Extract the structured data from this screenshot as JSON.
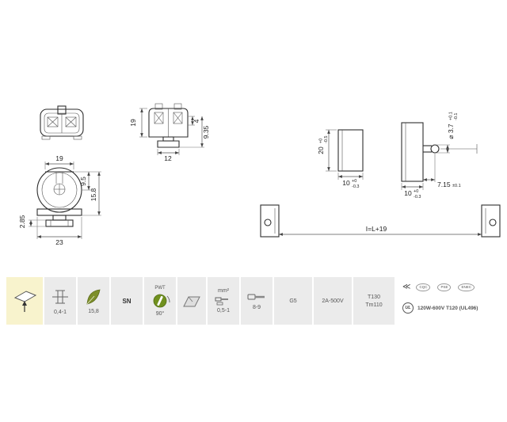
{
  "dims": {
    "section_height": "19",
    "section_width": "12",
    "contact_depth": "4",
    "foot_height": "9.35",
    "side_top_width": "19",
    "side_upper_height": "9.5",
    "side_total_height": "15.8",
    "side_foot_height": "2.85",
    "side_base_width": "23",
    "profile_height": "20",
    "profile_height_tol_plus": "+0",
    "profile_height_tol_minus": "-0.5",
    "profile1_width": "10",
    "profile1_width_tol_plus": "+0",
    "profile1_width_tol_minus": "-0.3",
    "profile2_width": "10",
    "profile2_width_tol_plus": "+0",
    "profile2_width_tol_minus": "-0.3",
    "pin_diameter": "⌀ 3.7",
    "pin_diameter_tol_plus": "+0.1",
    "pin_diameter_tol_minus": "-0.1",
    "pin_offset": "7.15",
    "pin_offset_tol": "±0.1",
    "length_formula": "I=L+19"
  },
  "spec": {
    "panel_thickness": "0,4-1",
    "snap_height": "15,8",
    "contact_material": "SN",
    "rotation_top": "PWT",
    "rotation_angle": "90°",
    "wire_header": "mm²",
    "wire_range": "0,5-1",
    "strip_length": "8-9",
    "lamp_base": "G5",
    "rating": "2A-500V",
    "temp_line1": "T130",
    "temp_line2": "Tm110"
  },
  "certs": {
    "marks": [
      "≪",
      "CQC",
      "PSE",
      "ENEC"
    ],
    "ul_label": "UL",
    "ul_text": "120W-600V T120 (UL496)"
  }
}
